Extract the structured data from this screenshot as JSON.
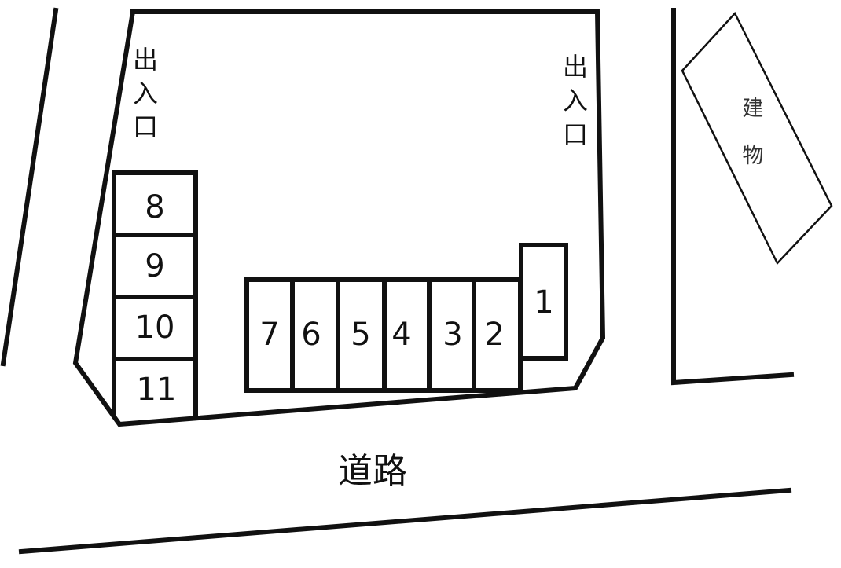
{
  "entrance_left": {
    "chars": [
      "出",
      "入",
      "口"
    ]
  },
  "entrance_right": {
    "chars": [
      "出",
      "入",
      "口"
    ]
  },
  "building": {
    "chars": [
      "建",
      "物"
    ]
  },
  "road": {
    "label": "道路"
  },
  "spaces_left": [
    "8",
    "9",
    "10",
    "11"
  ],
  "spaces_bottom": [
    "7",
    "6",
    "5",
    "4",
    "3",
    "2"
  ],
  "space_corner": "1"
}
